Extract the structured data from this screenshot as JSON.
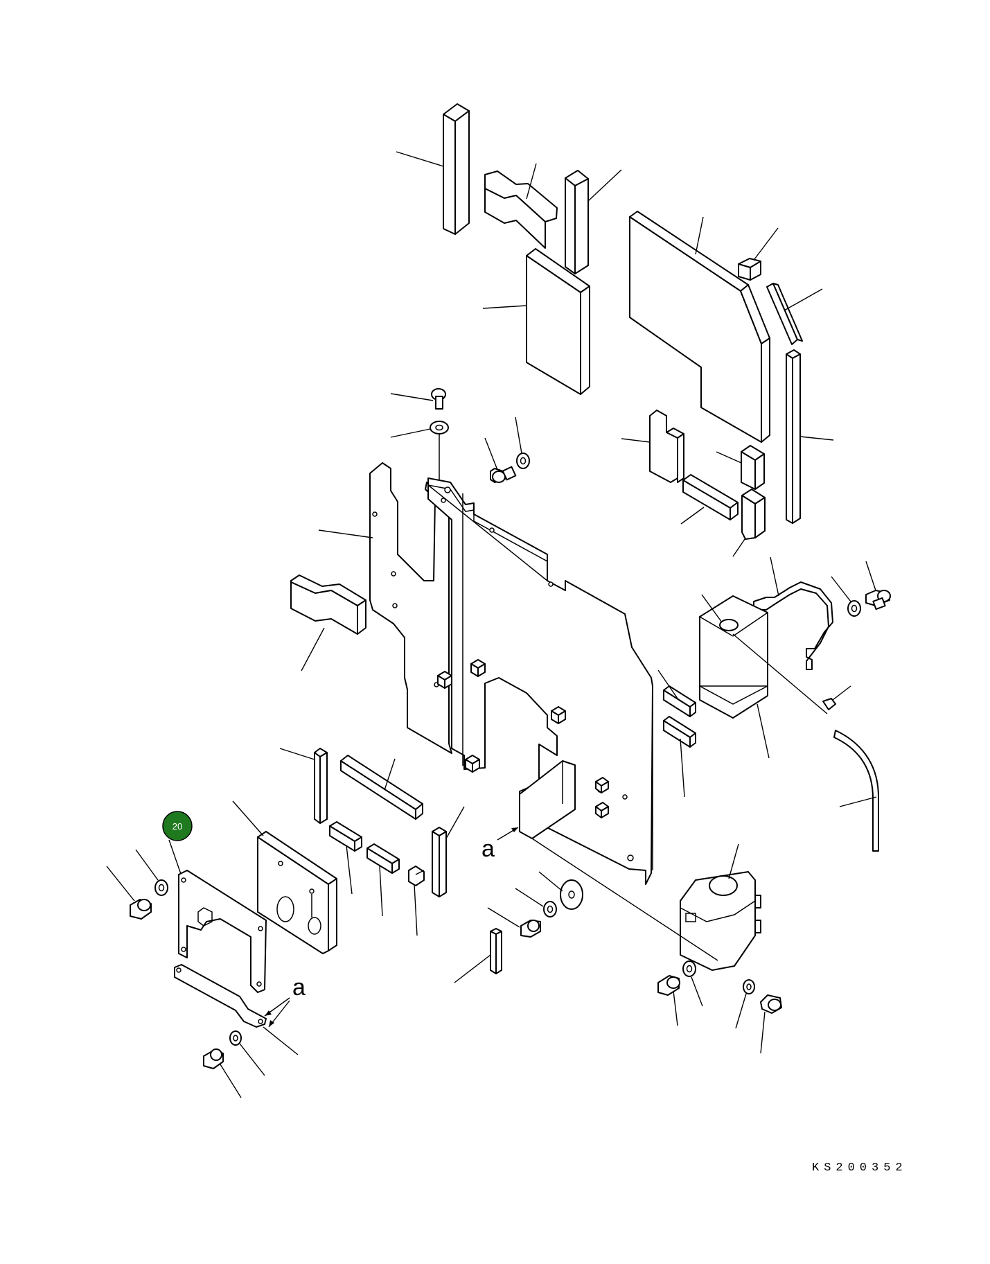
{
  "diagram": {
    "drawing_number": "KS200352",
    "marker_label": "20",
    "marker_color": "#1f7a1f",
    "callout_labels": [
      "a",
      "a"
    ]
  }
}
